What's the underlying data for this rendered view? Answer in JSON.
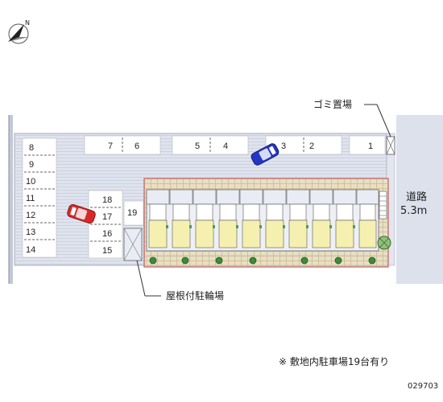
{
  "map": {
    "compass_letter": "N",
    "labels": {
      "trash": "ゴミ置場",
      "road_name": "道路",
      "road_width": "5.3m",
      "bicycle": "屋根付駐輪場",
      "parking_note": "※ 敷地内駐車場19台有り",
      "property_code": "029703"
    },
    "parking_top": [
      "7",
      "6",
      "5",
      "4",
      "3",
      "2",
      "1"
    ],
    "parking_left": [
      "8",
      "9",
      "10",
      "11",
      "12",
      "13",
      "14"
    ],
    "parking_inner": [
      "18",
      "17",
      "16",
      "15"
    ],
    "parking_19": "19",
    "colors": {
      "site": "#dde1ec",
      "stripe": "#c3c8d8",
      "building_border": "#c97a7a",
      "unit_fill": "#f5f0b0",
      "car_red": "#d62a2a",
      "car_blue": "#2436c4",
      "road": "#dde1ec"
    }
  }
}
